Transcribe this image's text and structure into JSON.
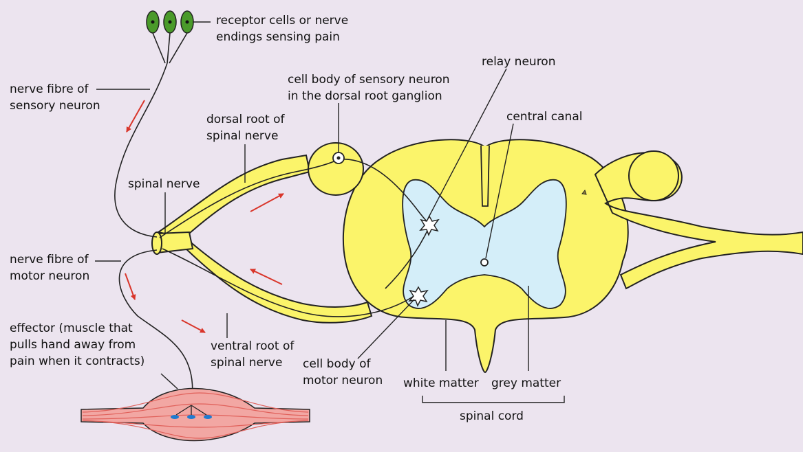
{
  "labels": {
    "receptor": [
      "receptor cells or nerve",
      "endings sensing pain"
    ],
    "nerve_fibre_sensory": [
      "nerve fibre of",
      "sensory neuron"
    ],
    "spinal_nerve": "spinal nerve",
    "nerve_fibre_motor": [
      "nerve fibre of",
      "motor neuron"
    ],
    "effector": [
      "effector (muscle that",
      "pulls hand away from",
      "pain when it contracts)"
    ],
    "cell_body_sensory": [
      "cell body of sensory neuron",
      "in the dorsal root ganglion"
    ],
    "relay_neuron": "relay neuron",
    "dorsal_root": [
      "dorsal root of",
      "spinal nerve"
    ],
    "central_canal": "central canal",
    "ventral_root": [
      "ventral root of",
      "spinal nerve"
    ],
    "cell_body_motor": [
      "cell body of",
      "motor neuron"
    ],
    "white_matter": "white matter",
    "grey_matter": "grey matter",
    "spinal_cord": "spinal cord"
  },
  "colors": {
    "white_matter": "#fbf46a",
    "grey_matter": "#d4eef9",
    "outline": "#222222",
    "arrow": "#d9352a",
    "receptor": "#4a9a2a",
    "muscle": "#f2a7a3",
    "muscle_fibre": "#e0605a",
    "synapse": "#1f7bd0",
    "background": "#ece4ef"
  }
}
